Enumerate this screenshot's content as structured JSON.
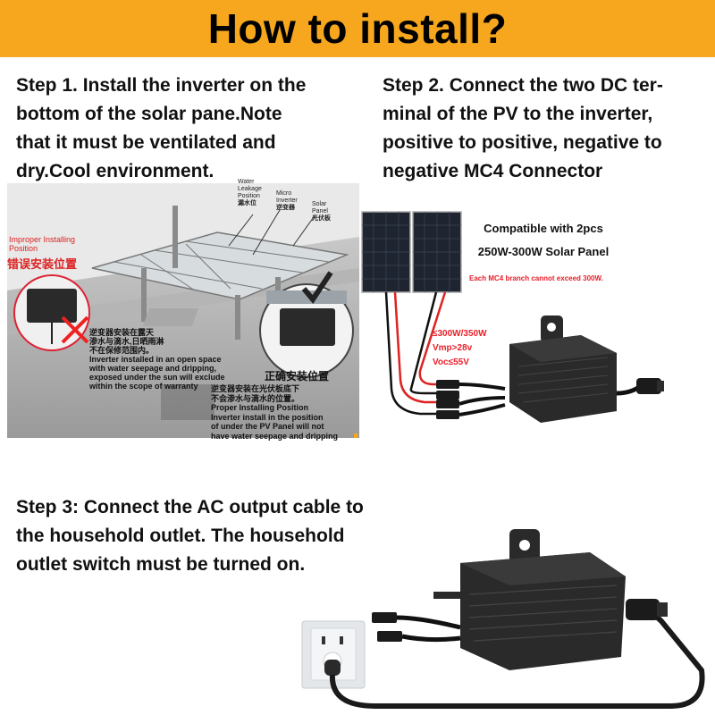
{
  "banner": {
    "title": "How to install?"
  },
  "steps": {
    "step1": {
      "lines": [
        "Step 1. Install the inverter on the",
        "bottom of the solar pane.Note",
        "that it must be ventilated and",
        "dry.Cool environment."
      ]
    },
    "step2": {
      "lines": [
        "Step 2. Connect the two DC ter-",
        "minal of the PV to the inverter,",
        "positive to positive, negative to",
        "negative MC4 Connector"
      ]
    },
    "step3": {
      "lines": [
        "Step 3: Connect the AC output cable to",
        "the household outlet. The household",
        "outlet switch must be turned on."
      ]
    }
  },
  "diagram1": {
    "water_leakage": [
      "Water",
      "Leakage",
      "Position",
      "漏水位"
    ],
    "micro_inverter": [
      "Micro",
      "Inverter",
      "逆变器"
    ],
    "solar_panel": [
      "Solar",
      "Panel",
      "光伏板"
    ],
    "improper_title": [
      "Improper Installing",
      "Position"
    ],
    "improper_cn": "错误安装位置",
    "improper_desc_cn": [
      "逆变器安装在露天",
      "渗水与滴水,日晒雨淋",
      "不在保修范围内。"
    ],
    "improper_desc_en": [
      "Inverter installed in an open space",
      "with water seepage and dripping,",
      "exposed under the sun will exclude",
      "within the scope of warranty"
    ],
    "proper_cn_title": "正确安装位置",
    "proper_desc_cn": [
      "逆变器安装在光伏板底下",
      "不会渗水与滴水的位置。"
    ],
    "proper_desc_en": [
      "Proper Installing Position",
      "Inverter install in the position",
      "of under the PV Panel will not",
      "have water seepage and dripping"
    ]
  },
  "diagram2": {
    "compat_lines": [
      "Compatible with 2pcs",
      "250W-300W Solar Panel"
    ],
    "branch_note": "Each MC4 branch cannot exceed 300W.",
    "specs": [
      "≤300W/350W",
      "Vmp>28v",
      "Voc≤55V"
    ]
  },
  "colors": {
    "banner": "#f7a71d",
    "spec_red": "#e8202a",
    "inverter_body": "#2a2a2a"
  }
}
